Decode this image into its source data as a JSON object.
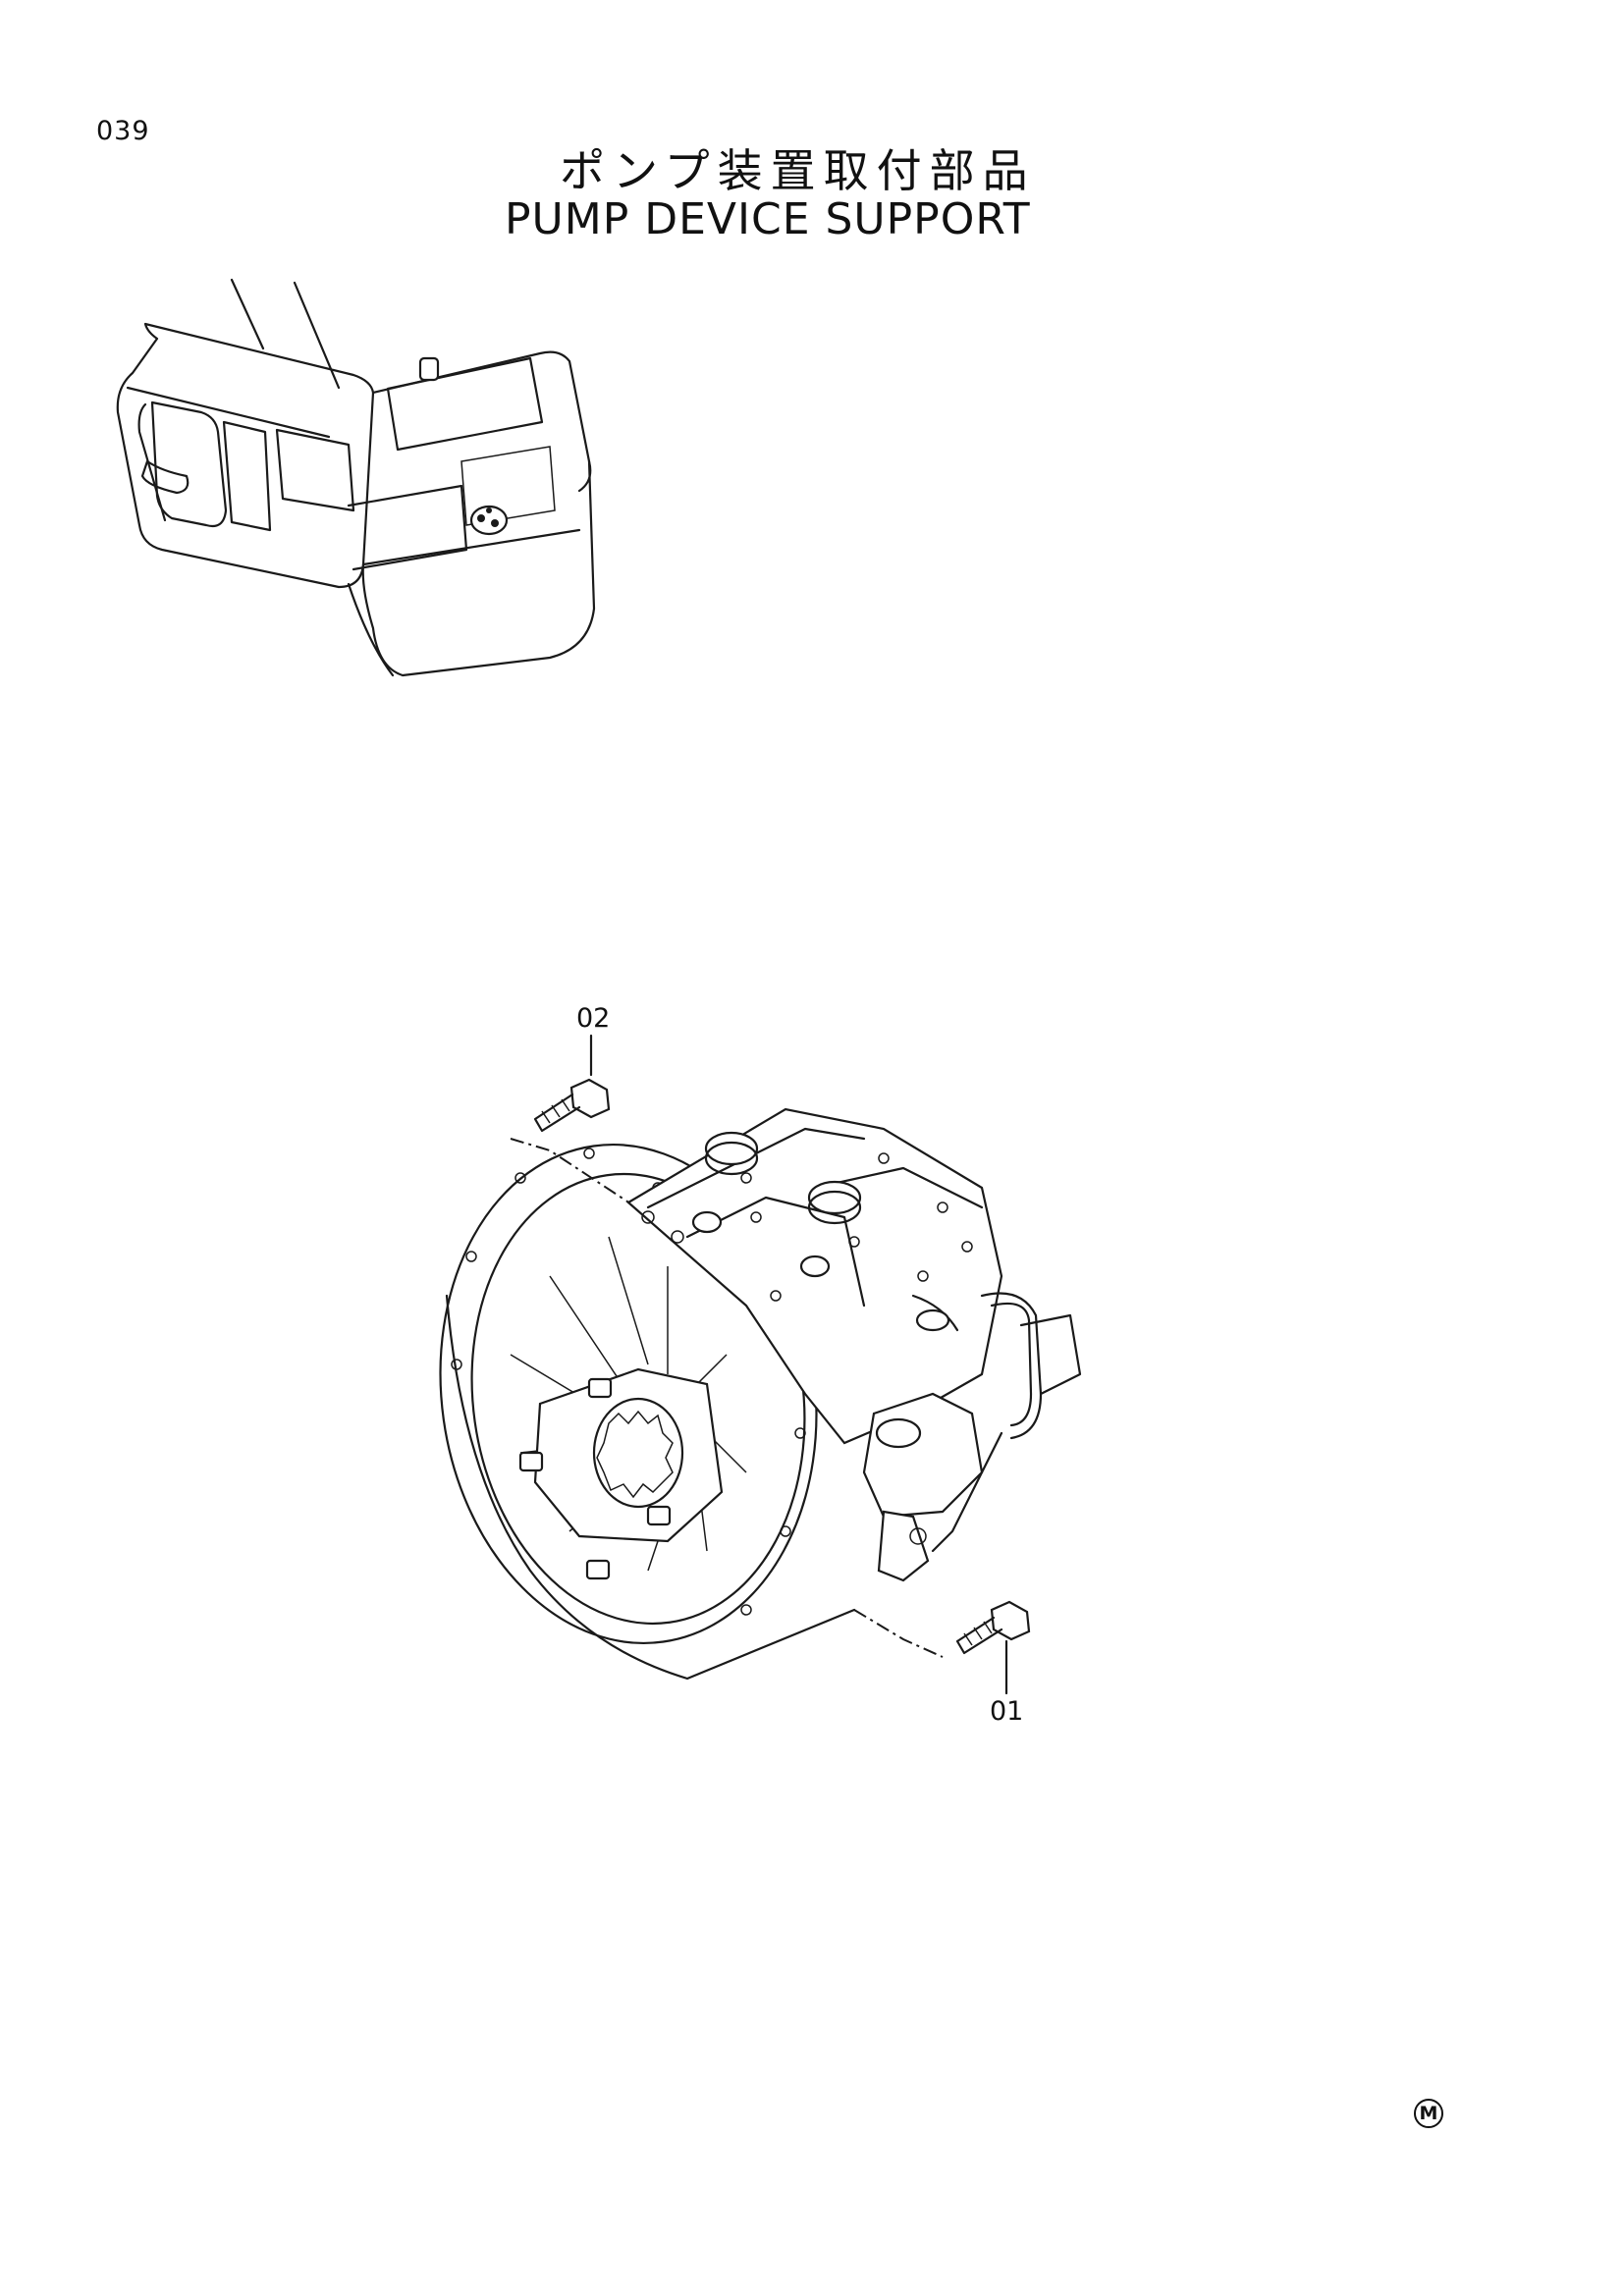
{
  "page_number": "039",
  "title_jp": "ポンプ装置取付部品",
  "title_en": "PUMP DEVICE SUPPORT",
  "callouts": [
    "01",
    "02"
  ],
  "mark": "M"
}
